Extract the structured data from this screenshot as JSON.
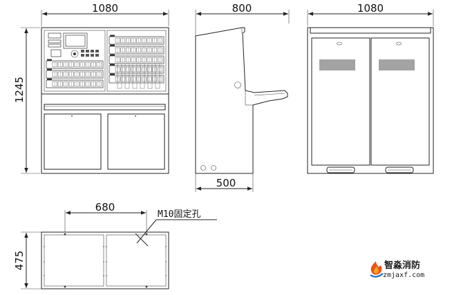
{
  "dimensions": {
    "front_width": "1080",
    "front_height": "1245",
    "side_top_depth": "800",
    "side_base_depth": "500",
    "rear_width": "1080",
    "base_hole_spacing": "680",
    "base_depth": "475",
    "hole_note": "M10固定孔"
  },
  "watermark": {
    "name": "智淼消防",
    "url": "zmjaxf.com"
  }
}
